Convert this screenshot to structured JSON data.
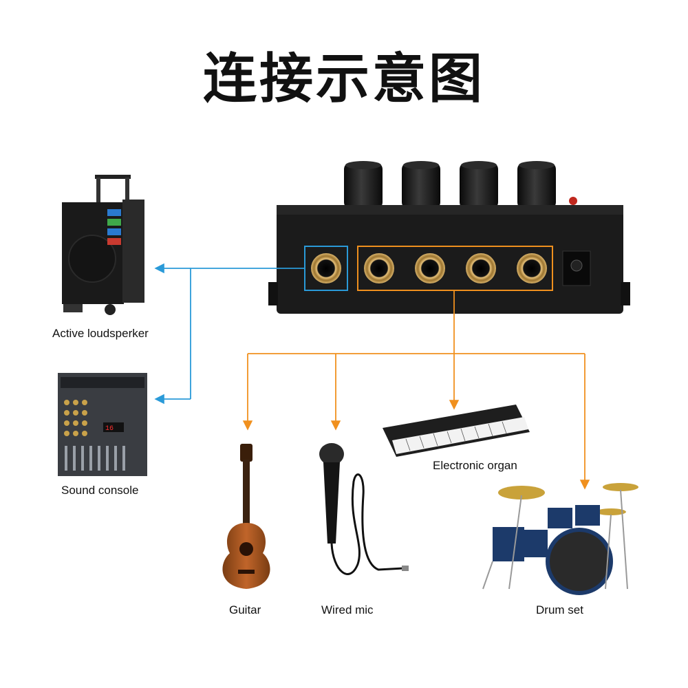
{
  "title": "连接示意图",
  "devices": {
    "active_loudspeaker": "Active loudsperker",
    "sound_console": "Sound console",
    "electronic_organ": "Electronic organ",
    "guitar": "Guitar",
    "wired_mic": "Wired mic",
    "drum_set": "Drum set"
  },
  "colors": {
    "output_line": "#2a9ad8",
    "input_line": "#f0901e",
    "mixer_body": "#1b1b1b",
    "jack_gold": "#c8a060"
  }
}
